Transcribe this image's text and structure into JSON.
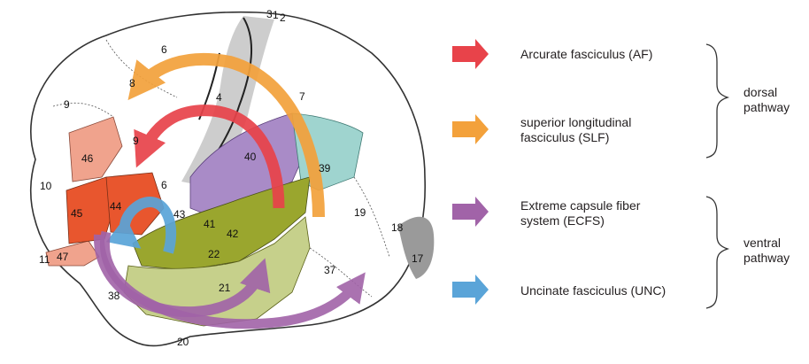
{
  "legend": [
    {
      "label": "Arcurate fasciculus (AF)",
      "color": "#e8434a"
    },
    {
      "label": "superior longitudinal\nfasciculus (SLF)",
      "color": "#f3a13b"
    },
    {
      "label": "Extreme capsule fiber\nsystem (ECFS)",
      "color": "#a163a8"
    },
    {
      "label": "Uncinate fasciculus (UNC)",
      "color": "#5aa4d8"
    }
  ],
  "groups": [
    {
      "label": "dorsal\npathway"
    },
    {
      "label": "ventral\npathway"
    }
  ],
  "areas": [
    "3",
    "1",
    "2",
    "6",
    "8",
    "4",
    "9",
    "7",
    "46",
    "9",
    "40",
    "39",
    "10",
    "6",
    "45",
    "44",
    "43",
    "41",
    "42",
    "19",
    "18",
    "22",
    "11",
    "47",
    "37",
    "17",
    "21",
    "38",
    "20"
  ],
  "colors": {
    "area_44_45": "#e8562e",
    "area_46_47": "#f0a38d",
    "area_40": "#a98bc7",
    "area_39": "#9fd4cf",
    "area_22_41_42": "#9aa62e",
    "area_21_38": "#c6d08b",
    "area_6_4": "#c8c8c8",
    "area_18_17": "#9a9a9a"
  }
}
